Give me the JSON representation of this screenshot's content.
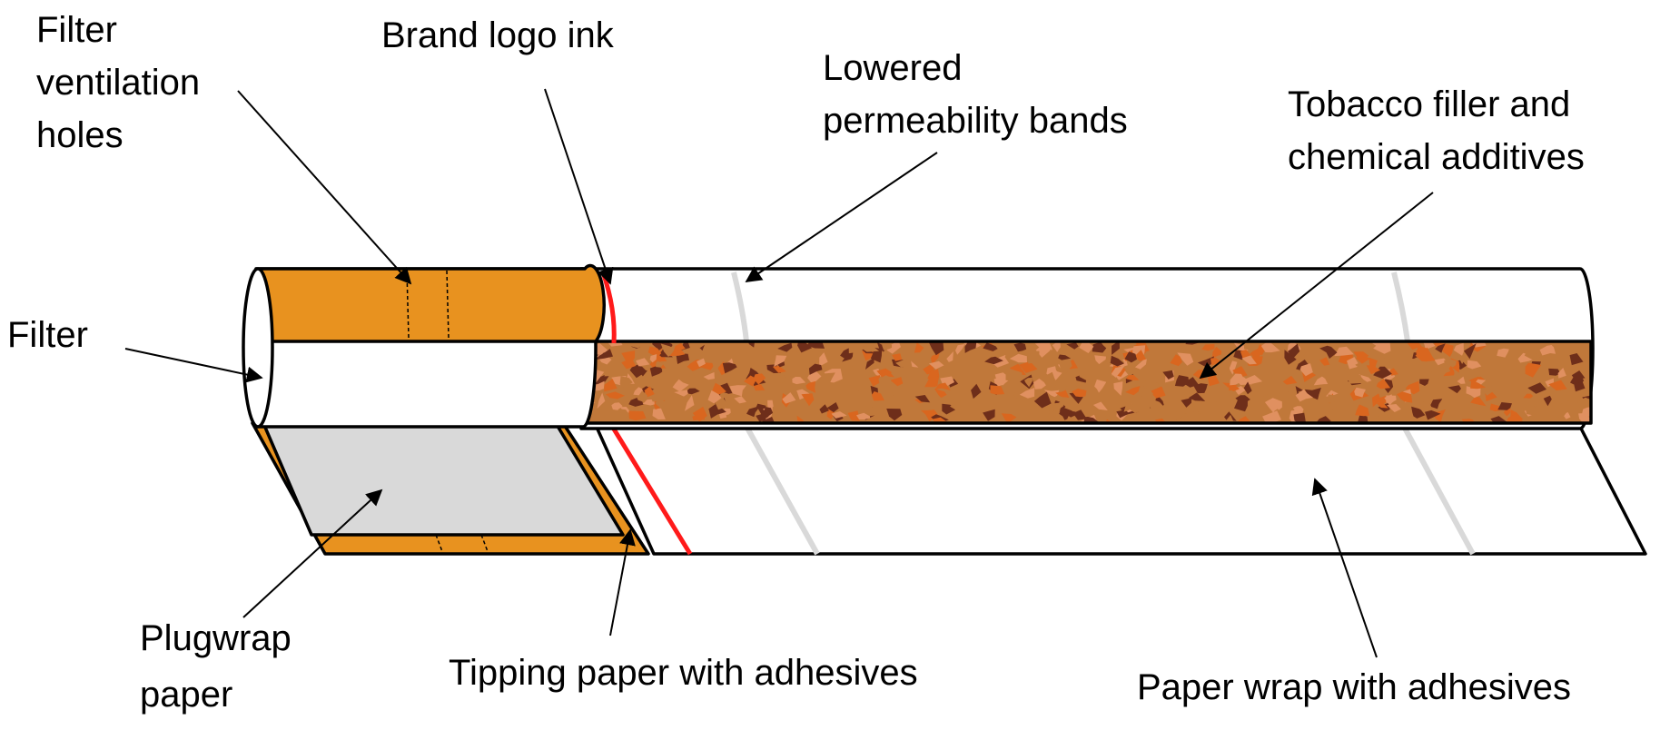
{
  "colors": {
    "tipping": "#E8921F",
    "plugwrap": "#D9D9D9",
    "logo_ink": "#FF1A1A",
    "band": "#D9D9D9",
    "outline": "#000000",
    "tobacco_base": "#C0783A",
    "tobacco_dark": "#6E2E1A",
    "tobacco_light": "#E09060",
    "tobacco_orange": "#D9661F"
  },
  "labels": {
    "filter_ventilation_holes": [
      "Filter",
      "ventilation",
      "holes"
    ],
    "brand_logo_ink": [
      "Brand logo ink"
    ],
    "lowered_permeability_bands": [
      "Lowered",
      "permeability bands"
    ],
    "tobacco_filler": [
      "Tobacco filler and",
      "chemical additives"
    ],
    "filter": [
      "Filter"
    ],
    "plugwrap_paper": [
      "Plugwrap",
      "paper"
    ],
    "tipping_paper": [
      "Tipping paper with adhesives"
    ],
    "paper_wrap": [
      "Paper wrap with adhesives"
    ]
  }
}
